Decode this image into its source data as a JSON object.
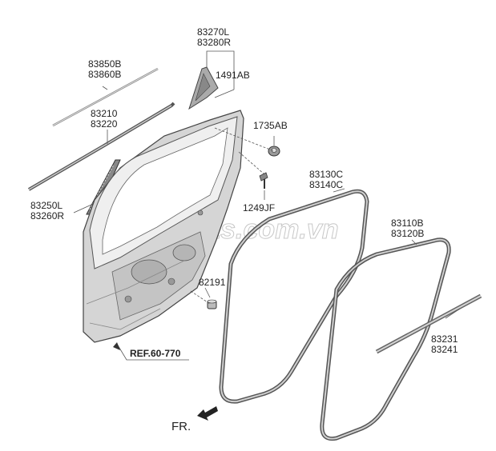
{
  "watermark": "S-Parts.com.vn",
  "labels": {
    "p83270": [
      "83270L",
      "83280R"
    ],
    "p1491": "1491AB",
    "p83850": [
      "83850B",
      "83860B"
    ],
    "p83210": [
      "83210",
      "83220"
    ],
    "p1735": "1735AB",
    "p83250": [
      "83250L",
      "83260R"
    ],
    "p1249": "1249JF",
    "p83130": [
      "83130C",
      "83140C"
    ],
    "p83110": [
      "83110B",
      "83120B"
    ],
    "p82191": "82191",
    "ref": "REF.60-770",
    "p83231": [
      "83231",
      "83241"
    ],
    "fr": "FR."
  }
}
